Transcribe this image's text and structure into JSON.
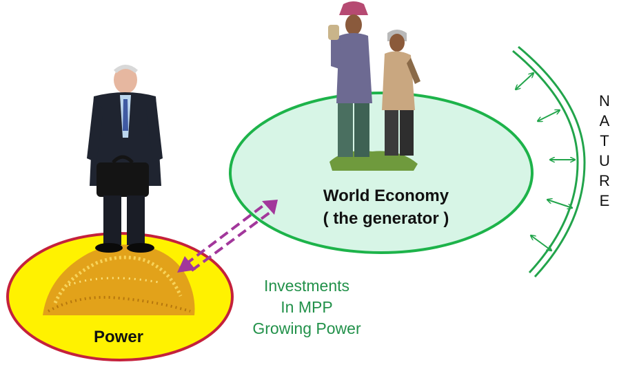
{
  "colors": {
    "economy_outline": "#1db34a",
    "economy_fill": "#d7f5e6",
    "power_outline": "#c4213c",
    "power_fill": "#fff200",
    "arrow_purple": "#a2379b",
    "nature_green": "#22a44b",
    "invest_text": "#22914a",
    "gold": "#e2a21a"
  },
  "economy": {
    "line1": "World Economy",
    "line2": "( the generator )"
  },
  "power": {
    "label": "Power"
  },
  "investments": {
    "line1": "Investments",
    "line2": "In MPP",
    "line3": "Growing Power"
  },
  "nature": {
    "letters": [
      "N",
      "A",
      "T",
      "U",
      "R",
      "E"
    ]
  },
  "icons": [
    "businessman-figure",
    "gold-pile",
    "farmers-figure",
    "double-arrow-icon",
    "nature-boundary-arc",
    "exchange-arrow-icon"
  ]
}
